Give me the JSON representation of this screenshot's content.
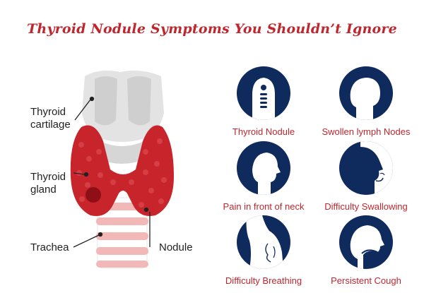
{
  "title": "Thyroid Nodule Symptoms You Shouldn’t Ignore",
  "colors": {
    "title_red": "#c0262d",
    "icon_navy": "#0f2a5c",
    "gland_red": "#c8242b",
    "cartilage_gray": "#dcdcdc",
    "trachea_pink": "#f2b7b7"
  },
  "anatomy": {
    "labels": {
      "thyroid_cartilage": [
        "Thyroid",
        "cartilage"
      ],
      "thyroid_gland": [
        "Thyroid",
        "gland"
      ],
      "trachea": "Trachea",
      "nodule": "Nodule"
    }
  },
  "symptoms": [
    {
      "label": "Thyroid Nodule",
      "icon": "neck-thyroid-icon"
    },
    {
      "label": "Swollen lymph Nodes",
      "icon": "head-profile-icon"
    },
    {
      "label": "Pain in front of neck",
      "icon": "head-profile-icon"
    },
    {
      "label": "Difficulty Swallowing",
      "icon": "face-swallowing-icon"
    },
    {
      "label": "Difficulty Breathing",
      "icon": "chest-lungs-icon"
    },
    {
      "label": "Persistent Cough",
      "icon": "head-cough-icon"
    }
  ]
}
